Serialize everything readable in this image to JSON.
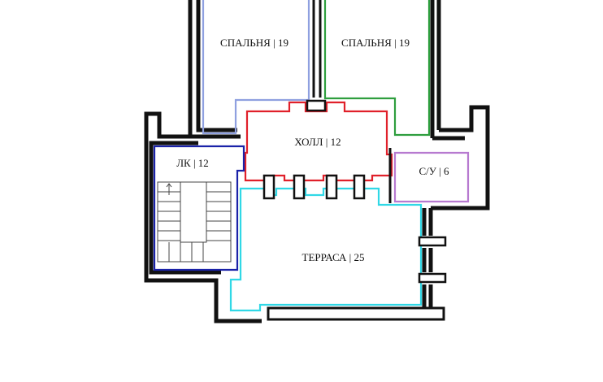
{
  "rooms": {
    "bedroom_left": {
      "label": "СПАЛЬНЯ | 19",
      "color": "#8fa0e0"
    },
    "bedroom_right": {
      "label": "СПАЛЬНЯ | 19",
      "color": "#2e9e3e"
    },
    "hall": {
      "label": "ХОЛЛ | 12",
      "color": "#e0202a"
    },
    "stair_hall": {
      "label": "ЛК | 12",
      "color": "#1a22a8"
    },
    "bathroom": {
      "label": "С/У | 6",
      "color": "#b77ad0"
    },
    "terrace": {
      "label": "ТЕРРАСА | 25",
      "color": "#30d8e6"
    }
  }
}
